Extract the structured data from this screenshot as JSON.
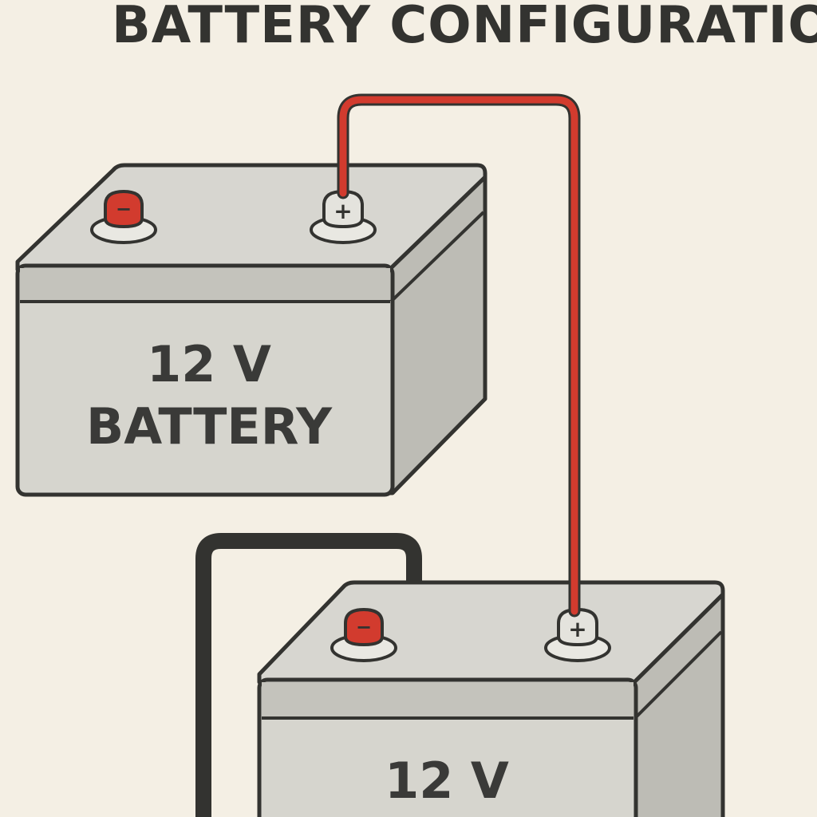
{
  "title": "BATTERY CONFIGURATIO",
  "batteries": [
    {
      "voltage_label": "12 V",
      "type_label": "BATTERY"
    },
    {
      "voltage_label": "12 V"
    }
  ],
  "terminals": {
    "negative_symbol": "−",
    "positive_symbol": "+"
  },
  "colors": {
    "background": "#f4efe4",
    "outline": "#333330",
    "battery_top": "#d7d6d0",
    "battery_front": "#d6d5ce",
    "battery_band": "#c4c3bc",
    "battery_side": "#bdbcb5",
    "positive_wire": "#d23b2e",
    "negative_wire": "#333330",
    "negative_cap": "#d23b2e"
  }
}
